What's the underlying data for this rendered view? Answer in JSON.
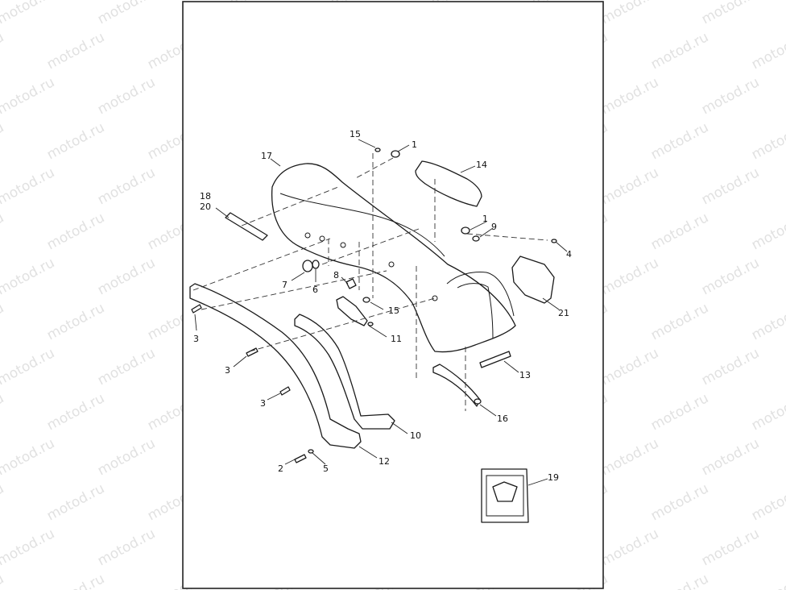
{
  "diagram": {
    "callouts": [
      {
        "id": "c15a",
        "text": "15"
      },
      {
        "id": "c1a",
        "text": "1"
      },
      {
        "id": "c17",
        "text": "17"
      },
      {
        "id": "c14",
        "text": "14"
      },
      {
        "id": "c18",
        "text": "18"
      },
      {
        "id": "c20",
        "text": "20"
      },
      {
        "id": "c1b",
        "text": "1"
      },
      {
        "id": "c9",
        "text": "9"
      },
      {
        "id": "c4",
        "text": "4"
      },
      {
        "id": "c8",
        "text": "8"
      },
      {
        "id": "c7",
        "text": "7"
      },
      {
        "id": "c6",
        "text": "6"
      },
      {
        "id": "c15b",
        "text": "15"
      },
      {
        "id": "c3a",
        "text": "3"
      },
      {
        "id": "c11",
        "text": "11"
      },
      {
        "id": "c21",
        "text": "21"
      },
      {
        "id": "c3b",
        "text": "3"
      },
      {
        "id": "c13",
        "text": "13"
      },
      {
        "id": "c3c",
        "text": "3"
      },
      {
        "id": "c16",
        "text": "16"
      },
      {
        "id": "c10",
        "text": "10"
      },
      {
        "id": "c2",
        "text": "2"
      },
      {
        "id": "c5",
        "text": "5"
      },
      {
        "id": "c12",
        "text": "12"
      },
      {
        "id": "c19",
        "text": "19"
      }
    ],
    "watermark": "motod.ru",
    "colors": {
      "line": "#1a1a1a",
      "watermark": "#c9c9c9",
      "background": "#ffffff"
    }
  }
}
